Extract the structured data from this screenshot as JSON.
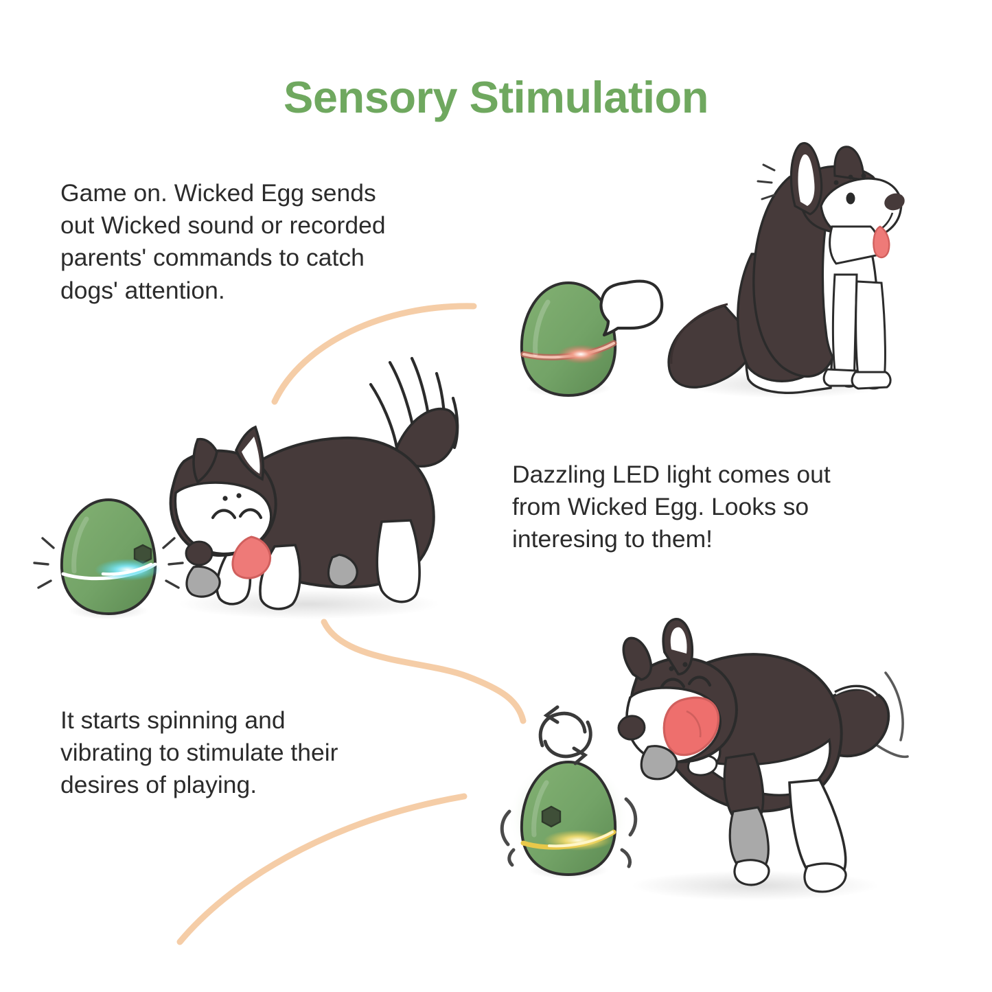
{
  "page": {
    "title": "Sensory Stimulation",
    "background_color": "#ffffff"
  },
  "colors": {
    "title_green": "#6FA85F",
    "body_text": "#2b2b2b",
    "egg_green": "#73A367",
    "egg_green_dark": "#5D8A53",
    "egg_outline": "#2f2f2f",
    "fur_dark": "#463A3A",
    "fur_white": "#ffffff",
    "tongue_pink": "#EE7A78",
    "paw_gray": "#A9A9A9",
    "accent_peach": "#F5CDA7",
    "led_red": "#D46A5A",
    "led_cyan": "#3FD2E8",
    "led_yellow": "#E8C84A",
    "wave_pink": "#E0439B",
    "wave_purple": "#8B5CF6",
    "wave_teal": "#2FD4C8"
  },
  "sections": [
    {
      "id": "sound",
      "text": "Game on. Wicked Egg sends\nout Wicked sound or recorded\nparents' commands to catch\ndogs' attention.",
      "toy_state": "sound-playing",
      "toy_led_color": "#D46A5A",
      "dog_pose": "sitting-alert",
      "icon": "sound-wave-bubble-icon"
    },
    {
      "id": "led",
      "text": "Dazzling LED light comes out\nfrom Wicked Egg. Looks so\ninteresing to them!",
      "toy_state": "led-glowing",
      "toy_led_color": "#3FD2E8",
      "dog_pose": "play-bow",
      "icon": "light-rays-icon"
    },
    {
      "id": "spin",
      "text": "It starts spinning and\nvibrating to stimulate their\ndesires of playing.",
      "toy_state": "spinning-vibrating",
      "toy_led_color": "#E8C84A",
      "dog_pose": "pouncing",
      "icon": "rotation-arrows-icon"
    }
  ],
  "illustrations": {
    "egg_sound": {
      "name": "wicked-egg-toy-sound",
      "label": "Wicked Egg"
    },
    "egg_led": {
      "name": "wicked-egg-toy-led",
      "label": "Wicked Egg"
    },
    "egg_spin": {
      "name": "wicked-egg-toy-spinning",
      "label": "Wicked Egg"
    },
    "dog_sitting": {
      "name": "husky-sitting",
      "label": "Husky"
    },
    "dog_playbow": {
      "name": "husky-play-bow",
      "label": "Husky"
    },
    "dog_pouncing": {
      "name": "husky-pouncing",
      "label": "Husky"
    },
    "speech_bubble": {
      "name": "sound-wave-speech-bubble",
      "label": "sound"
    }
  }
}
